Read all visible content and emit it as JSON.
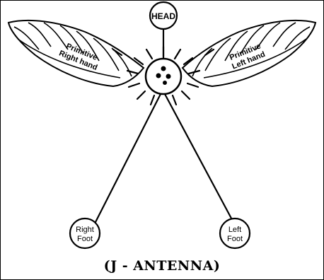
{
  "labels": {
    "head": "HEAD",
    "right_hand_line1": "Primitive",
    "right_hand_line2": "Right hand",
    "left_hand_line1": "Primitive",
    "left_hand_line2": "Left hand",
    "right_foot_line1": "Right",
    "right_foot_line2": "Foot",
    "left_foot_line1": "Left",
    "left_foot_line2": "Foot"
  },
  "caption": "(J - ANTENNA)",
  "colors": {
    "ink": "#000000",
    "paper": "#ffffff"
  }
}
